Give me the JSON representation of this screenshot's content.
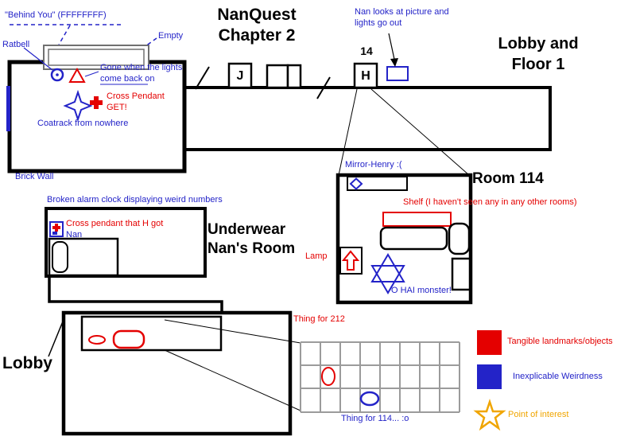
{
  "title": {
    "line1": "NanQuest",
    "line2": "Chapter 2"
  },
  "area_labels": {
    "lobby_floor": {
      "line1": "Lobby and",
      "line2": "Floor 1"
    },
    "room114": "Room 114",
    "nans_room": {
      "line1": "Underwear",
      "line2": "Nan's Room"
    },
    "lobby": "Lobby"
  },
  "doors": {
    "j": "J",
    "h": "H",
    "number_14": "14"
  },
  "annotations": {
    "behind_you": "\"Behind You\" (FFFFFFFF)",
    "ratbell": "Ratbell",
    "empty": "Empty",
    "gone_when_lights": "Gone when the lights come back on",
    "cross_pendant_get": "Cross Pendant GET!",
    "coatrack": "Coatrack from nowhere",
    "brick_wall": "Brick Wall",
    "nan_looks": "Nan looks at picture and lights go out",
    "mirror_henry": "Mirror-Henry :(",
    "shelf_note": "Shelf (I haven't seen any in any other rooms)",
    "lamp": "Lamp",
    "o_hai": "O HAI monster!",
    "broken_clock": "Broken alarm clock displaying weird numbers",
    "cross_pendant_h": "Cross pendant that H got",
    "nan": "Nan",
    "thing_212": "Thing for 212",
    "thing_114": "Thing for 114... :o"
  },
  "legend": [
    {
      "label": "Tangible landmarks/objects",
      "color": "#e40000"
    },
    {
      "label": "Inexplicable Weirdness",
      "color": "#2323c8"
    },
    {
      "label": "Point of interest",
      "color": "#f0a500"
    }
  ],
  "colors": {
    "red": "#e40000",
    "blue": "#2323c8",
    "gold": "#f0a500",
    "black": "#000000",
    "gray": "#9b9b9b"
  }
}
